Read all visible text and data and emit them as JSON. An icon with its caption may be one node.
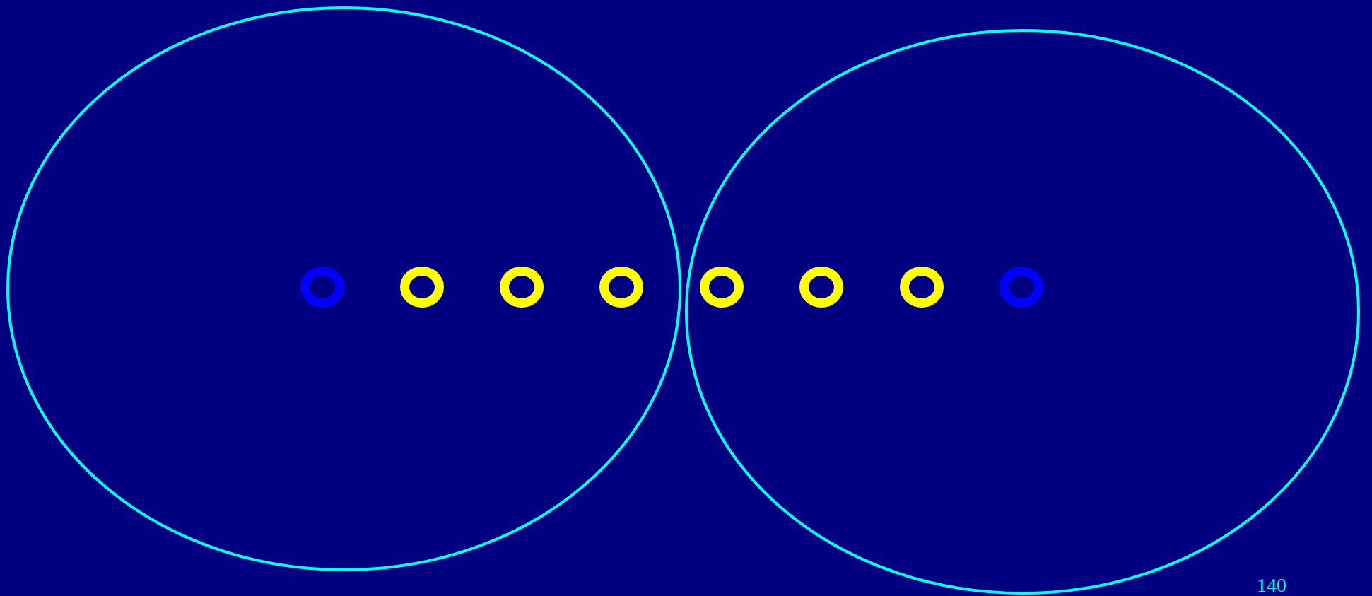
{
  "diagram": {
    "nodes": [
      {
        "text": [],
        "shape": "ellipse"
      },
      {
        "text": [],
        "shape": "circle",
        "in": 0
      },
      {
        "text": [],
        "shape": "circle",
        "in": 0
      },
      {
        "text": [],
        "shape": "circle",
        "in": 0
      },
      {
        "text": [],
        "shape": "circle",
        "in": 0
      },
      {
        "text": [],
        "shape": "ellipse"
      },
      {
        "text": [],
        "shape": "circle",
        "in": 5
      },
      {
        "text": [],
        "shape": "circle",
        "in": 5
      },
      {
        "text": [],
        "shape": "circle",
        "in": 5
      },
      {
        "text": [],
        "shape": "circle",
        "in": 5
      }
    ],
    "labels": [
      "140"
    ]
  }
}
